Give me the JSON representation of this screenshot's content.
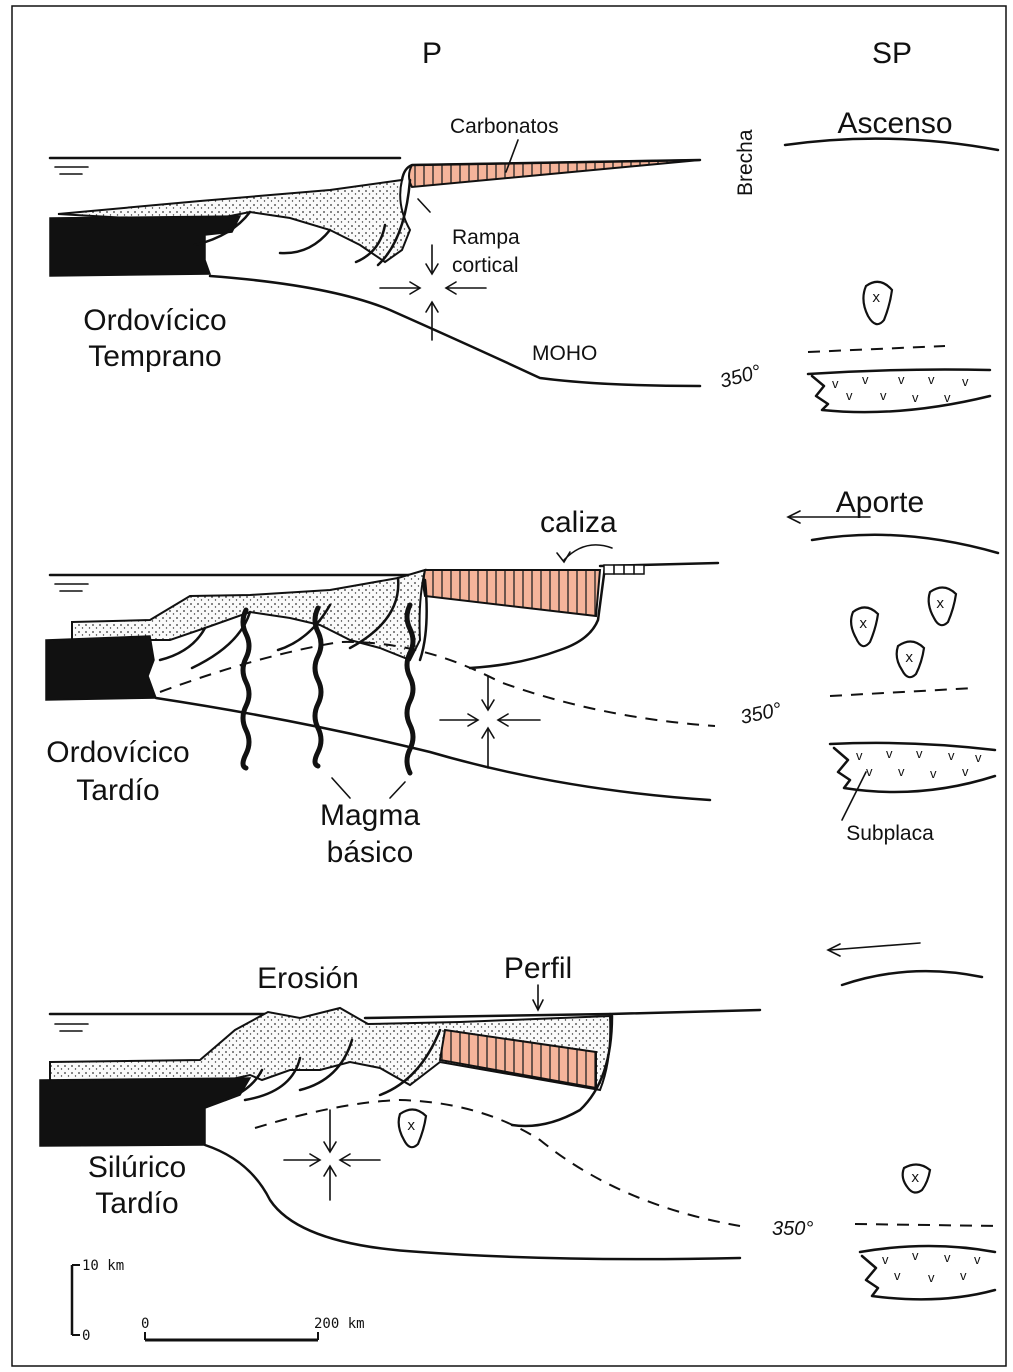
{
  "columns": {
    "p": "P",
    "sp": "SP"
  },
  "panels": {
    "early_ordovician": {
      "era_line1": "Ordovícico",
      "era_line2": "Temprano",
      "carbonates": "Carbonatos",
      "ramp_line1": "Rampa",
      "ramp_line2": "cortical",
      "moho": "MOHO",
      "brecha": "Brecha",
      "ascenso": "Ascenso",
      "isotherm": "350°"
    },
    "late_ordovician": {
      "era_line1": "Ordovícico",
      "era_line2": "Tardío",
      "limestone": "caliza",
      "aporte": "Aporte",
      "isotherm": "350°",
      "magma_line1": "Magma",
      "magma_line2": "básico",
      "subplaca": "Subplaca"
    },
    "late_silurian": {
      "era_line1": "Silúrico",
      "era_line2": "Tardío",
      "erosion": "Erosión",
      "perfil": "Perfil",
      "isotherm": "350°"
    }
  },
  "scale": {
    "vertical_top": "10 km",
    "vertical_bottom": "0",
    "horizontal_left": "0",
    "horizontal_right": "200 km"
  }
}
